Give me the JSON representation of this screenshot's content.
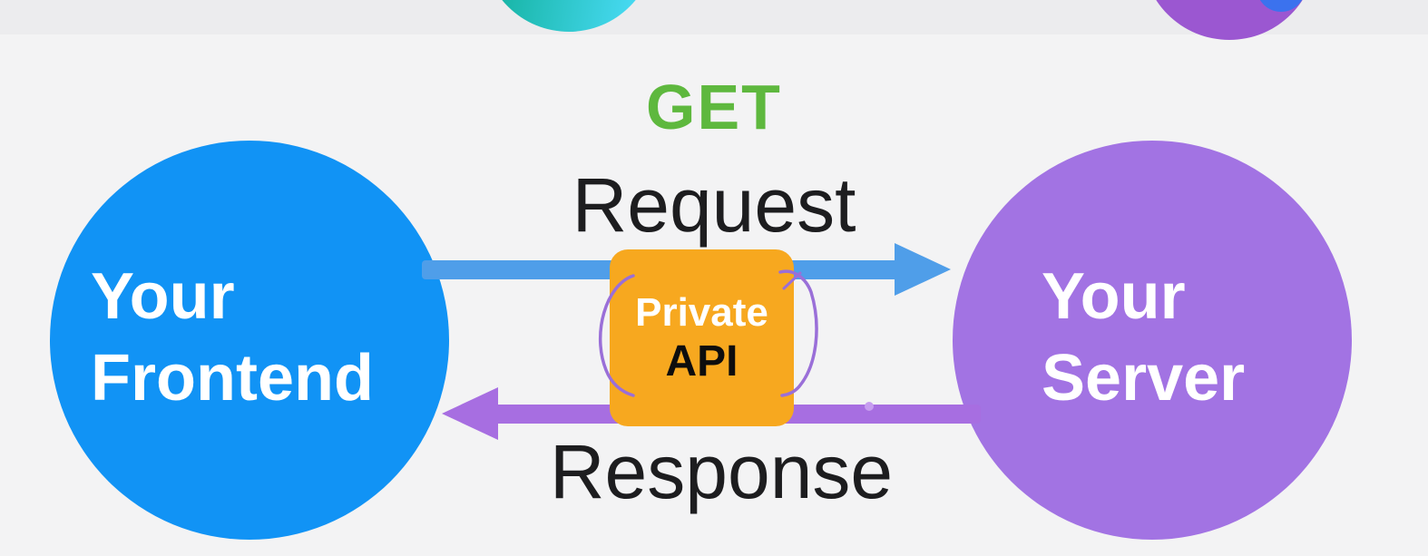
{
  "canvas": {
    "background": "#f3f3f4",
    "top_band_color": "#ececee"
  },
  "decor": {
    "teal_circle": {
      "color_left": "#14b2a0",
      "color_right": "#45d8ef"
    },
    "purple_circle": {
      "color": "#9b57d1"
    },
    "blue_dot": {
      "color": "#3b72ee"
    },
    "arrow_dot": {
      "color": "#c79df0"
    }
  },
  "nodes": {
    "frontend": {
      "line1": "Your",
      "line2": "Frontend",
      "color": "#1193f5",
      "text_color": "#ffffff"
    },
    "server": {
      "line1": "Your",
      "line2": "Server",
      "color": "#a273e3",
      "text_color": "#ffffff"
    },
    "api": {
      "line1": "Private",
      "line2": "API",
      "color": "#f7a81f",
      "line1_color": "#ffffff",
      "line2_color": "#0d0d0d",
      "bracket_color": "#9a6fd8"
    }
  },
  "labels": {
    "method": {
      "text": "GET",
      "color": "#5eb83e"
    },
    "request": {
      "text": "Request",
      "color": "#1d1d1f"
    },
    "response": {
      "text": "Response",
      "color": "#1d1d1f"
    }
  },
  "arrows": {
    "request": {
      "color": "#4f9ee9",
      "direction": "right",
      "from": "Your Frontend",
      "to": "Your Server"
    },
    "response": {
      "color": "#a76ee1",
      "direction": "left",
      "from": "Your Server",
      "to": "Your Frontend"
    }
  }
}
